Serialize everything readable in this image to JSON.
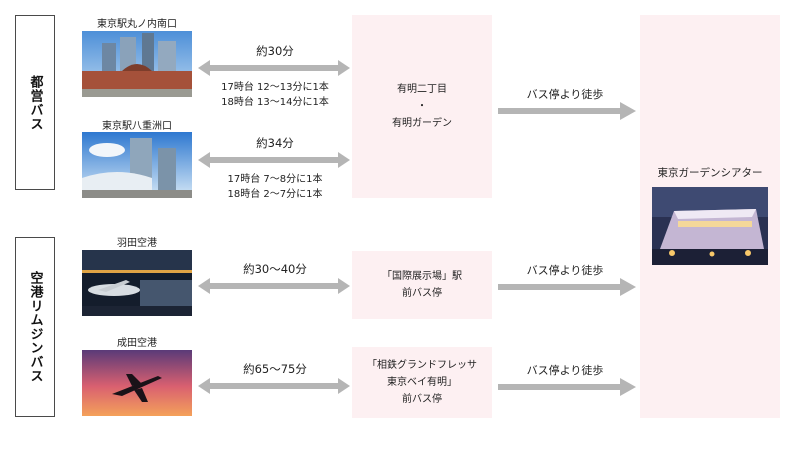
{
  "categories": {
    "toei_bus": "都営バス",
    "airport_limousine": "空港リムジンバス"
  },
  "origins": {
    "marunouchi": "東京駅丸ノ内南口",
    "yaesu": "東京駅八重洲口",
    "haneda": "羽田空港",
    "narita": "成田空港"
  },
  "routes": {
    "marunouchi": {
      "duration": "約30分",
      "freq1": "17時台 12〜13分に1本",
      "freq2": "18時台 13〜14分に1本"
    },
    "yaesu": {
      "duration": "約34分",
      "freq1": "17時台 7〜8分に1本",
      "freq2": "18時台 2〜7分に1本"
    },
    "haneda": {
      "duration": "約30〜40分"
    },
    "narita": {
      "duration": "約65〜75分"
    }
  },
  "stops": {
    "ariake": {
      "line1": "有明二丁目",
      "line2": "・",
      "line3": "有明ガーデン"
    },
    "kokusai": {
      "line1": "「国際展示場」駅",
      "line2": "前バス停"
    },
    "sotetsu": {
      "line1": "「相鉄グランドフレッサ",
      "line2": "東京ベイ有明」",
      "line3": "前バス停"
    }
  },
  "walk_label": "バス停より徒歩",
  "destination": "東京ガーデンシアター",
  "colors": {
    "arrow": "#b5b5b5",
    "pink_box": "#fdf0f2",
    "border": "#4a4a4a"
  }
}
